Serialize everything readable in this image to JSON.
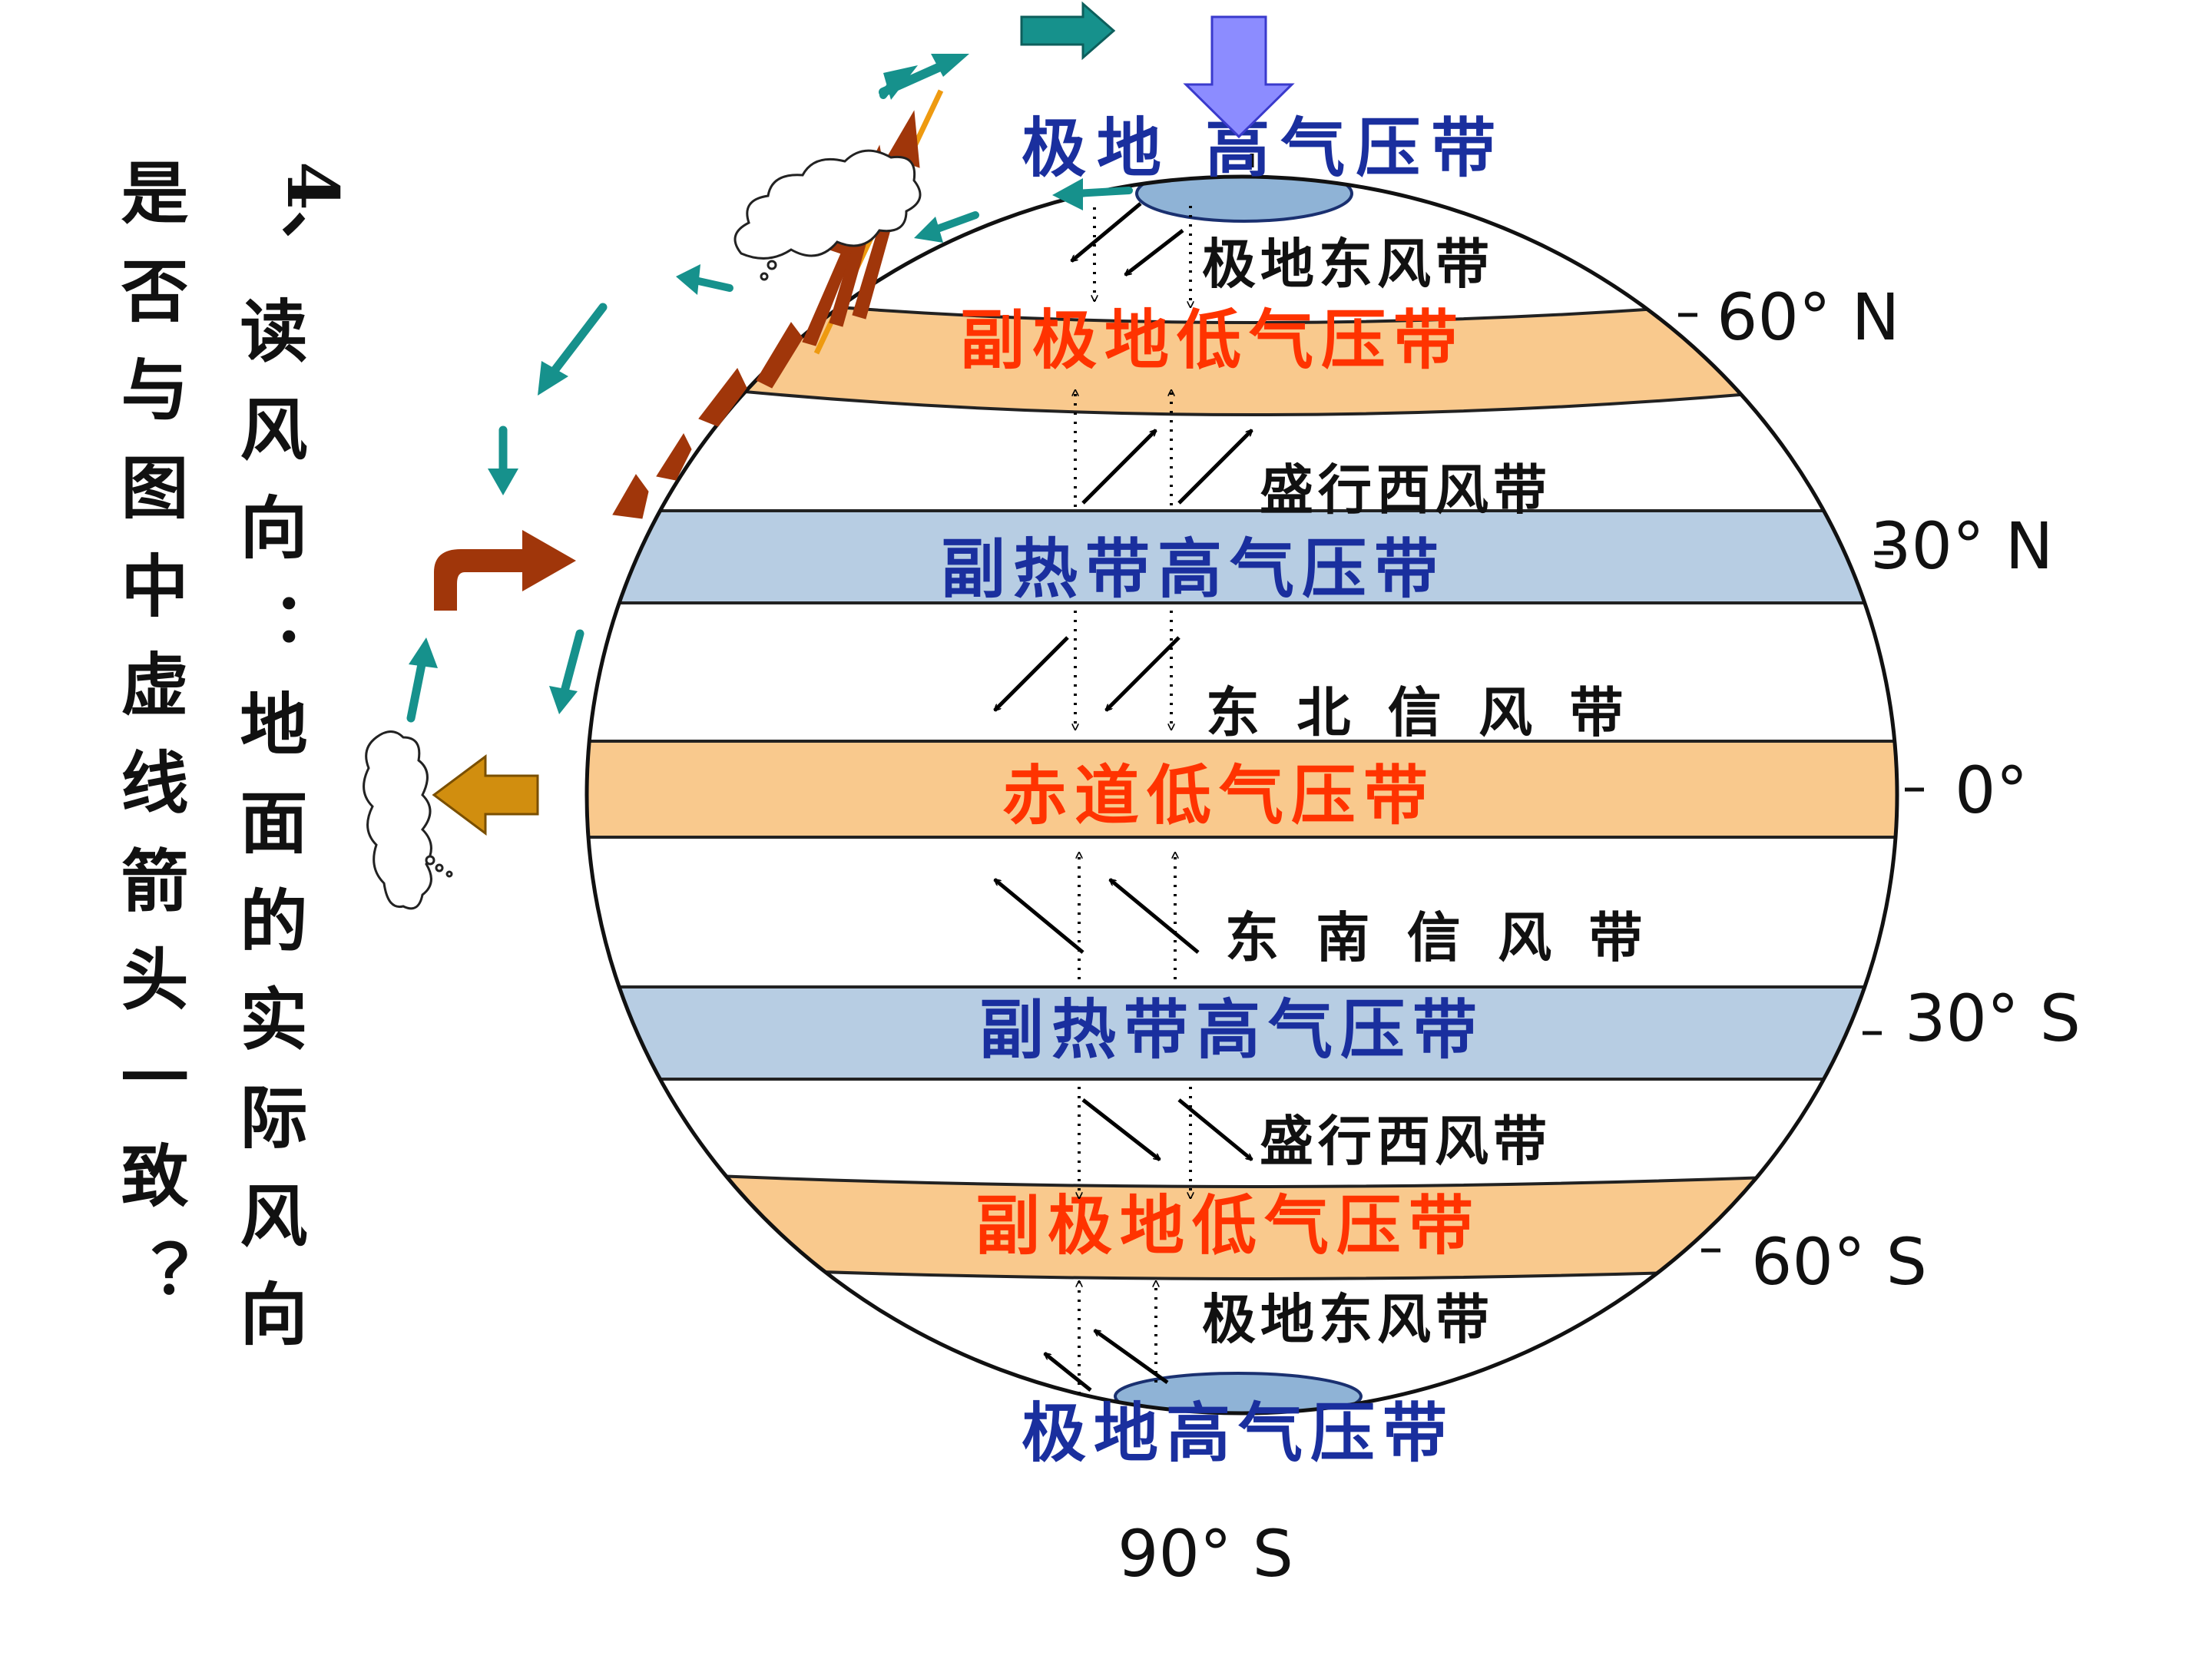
{
  "question": {
    "number": "4、",
    "line1": "读风向：地面的实际风向",
    "line2": "是否与图中虚线箭头一致？"
  },
  "belts": {
    "polar_high_north": "极地 高气压带",
    "polar_easterlies_north": "极地东风带",
    "subpolar_low_north": "副极地低气压带",
    "westerlies_north": "盛行西风带",
    "subtropical_high_north": "副热带高气压带",
    "ne_trades": "东 北 信 风 带",
    "equatorial_low": "赤道低气压带",
    "se_trades": "东 南 信 风 带",
    "subtropical_high_south": "副热带高气压带",
    "westerlies_south": "盛行西风带",
    "subpolar_low_south": "副极地低气压带",
    "polar_easterlies_south": "极地东风带",
    "polar_high_south": "极地高气压带"
  },
  "latitudes": {
    "n60": "60° N",
    "n30": "30° N",
    "equator": "0°",
    "s30": "30° S",
    "s60": "60° S",
    "s90": "90° S"
  },
  "colors": {
    "low_pressure_band": "#f9c98d",
    "high_pressure_band": "#b7cde3",
    "low_text": "#ff3300",
    "high_text": "#1a2f9e",
    "teal_arrow": "#16918c",
    "brown_arrow": "#a0360a",
    "purple_arrow": "#8c8cff",
    "orange_arrow": "#d18e0f",
    "orange_line": "#ee9a10"
  }
}
